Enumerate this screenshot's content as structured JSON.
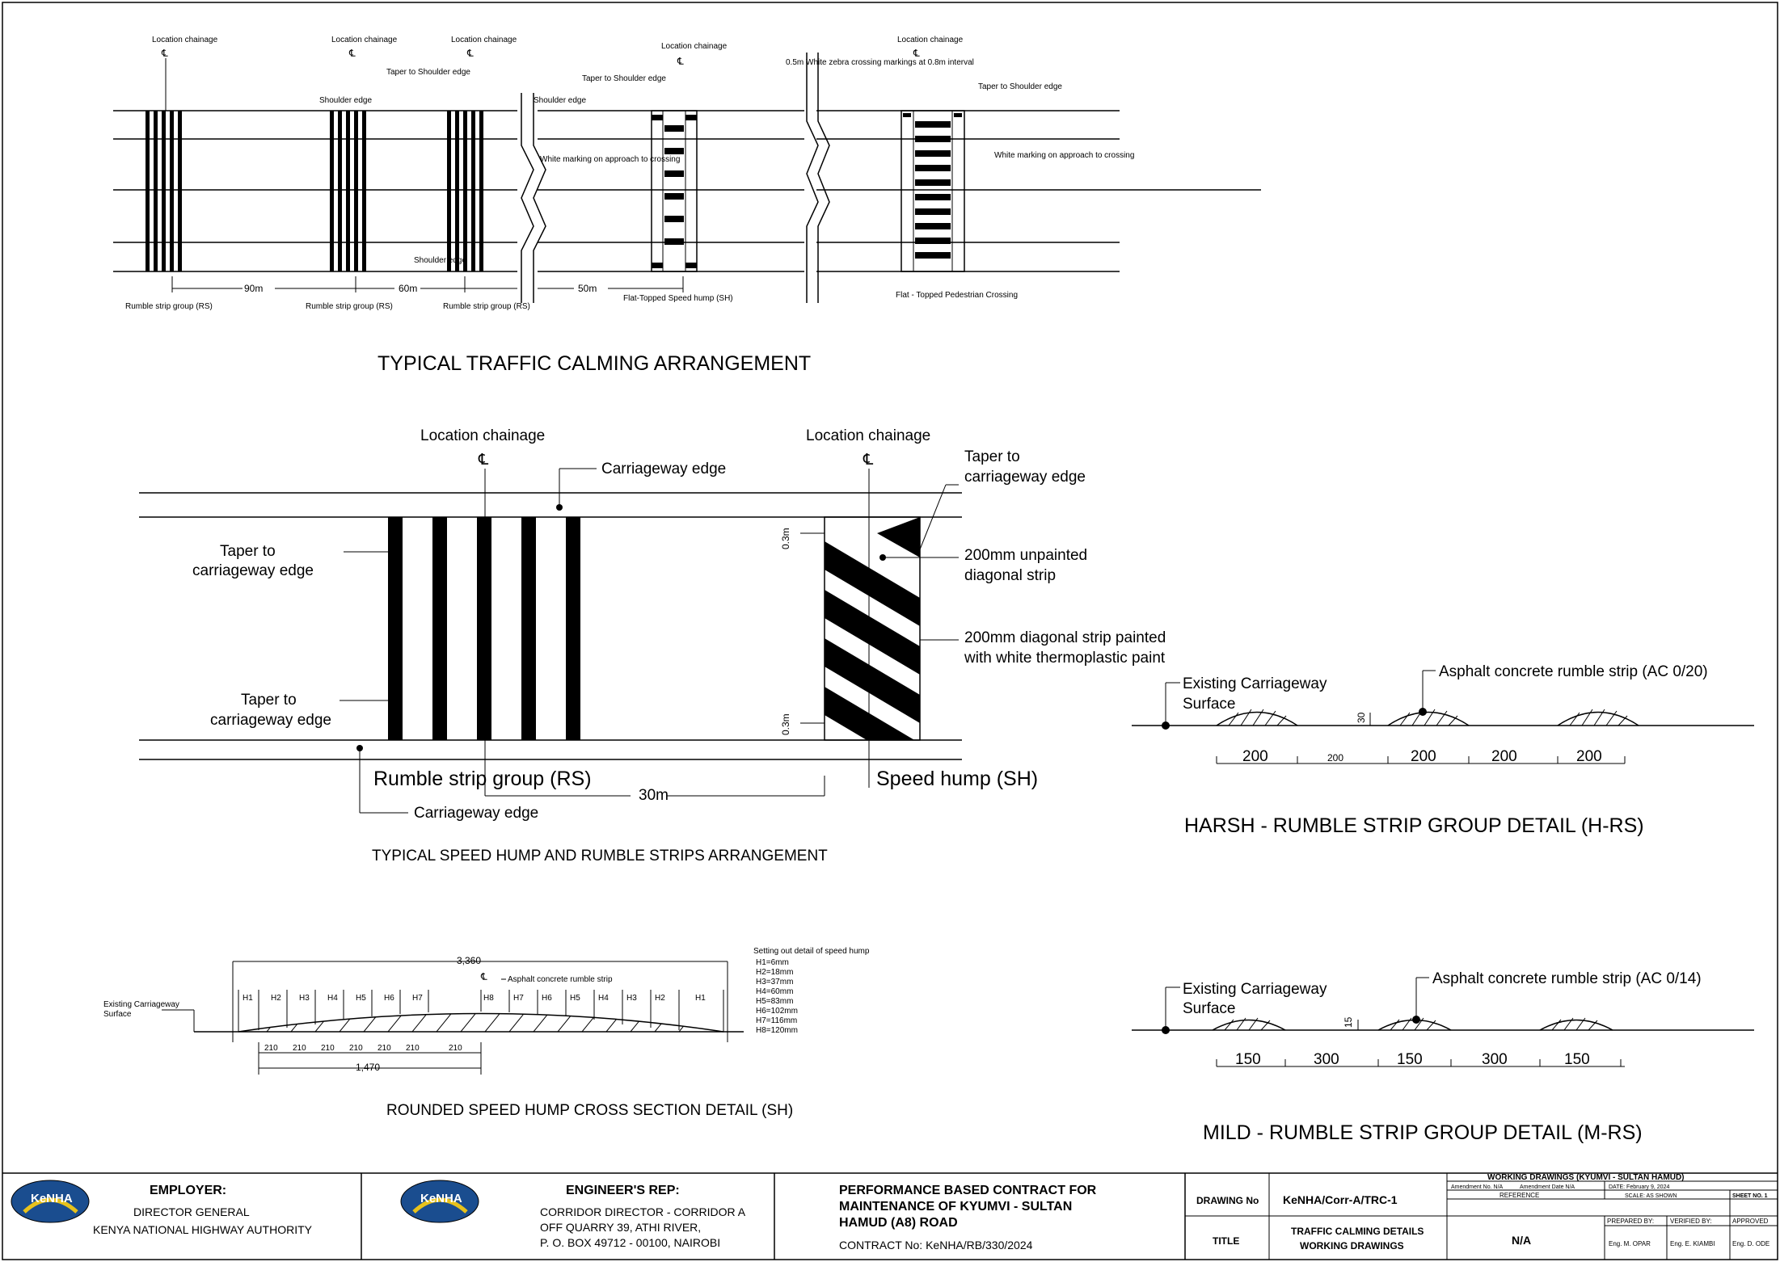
{
  "d1": {
    "title": "TYPICAL TRAFFIC CALMING ARRANGEMENT",
    "location_chainage": "Location chainage",
    "cl": "℄",
    "taper_shoulder": "Taper to Shoulder edge",
    "shoulder_edge": "Shoulder edge",
    "white_marking": "White marking on approach to crossing",
    "zebra_note": "0.5m White zebra crossing markings at 0.8m interval",
    "dim_90": "90m",
    "dim_60": "60m",
    "dim_50": "50m",
    "rs_label": "Rumble strip group (RS)",
    "sh_label": "Flat-Topped Speed hump (SH)",
    "ped_label": "Flat - Topped Pedestrian Crossing"
  },
  "d2": {
    "title": "TYPICAL SPEED HUMP AND RUMBLE STRIPS ARRANGEMENT",
    "location_chainage": "Location chainage",
    "cl": "℄",
    "carriageway_edge": "Carriageway edge",
    "taper_carriageway": "Taper to carriageway edge",
    "unpainted": "200mm unpainted diagonal strip",
    "painted": "200mm diagonal strip painted with white thermoplastic paint",
    "dim_03": "0.3m",
    "rs_group": "Rumble strip group (RS)",
    "speed_hump": "Speed hump (SH)",
    "dim_30": "30m"
  },
  "d3": {
    "title": "HARSH - RUMBLE STRIP GROUP DETAIL (H-RS)",
    "existing": "Existing Carriageway Surface",
    "asphalt": "Asphalt concrete rumble strip (AC 0/20)",
    "height": "30",
    "dims": [
      "200",
      "200",
      "200",
      "200",
      "200"
    ]
  },
  "d4": {
    "title": "ROUNDED SPEED HUMP CROSS SECTION DETAIL (SH)",
    "total": "3,360",
    "half": "1,470",
    "spacing": "210",
    "existing": "Existing Carriageway Surface",
    "asphalt": "Asphalt concrete rumble strip",
    "setting_title": "Setting out detail of speed hump",
    "h_left": [
      "H1",
      "H2",
      "H3",
      "H4",
      "H5",
      "H6",
      "H7",
      "H8"
    ],
    "h_right": [
      "H7",
      "H6",
      "H5",
      "H4",
      "H3",
      "H2",
      "H1"
    ],
    "h_values": [
      "H1=6mm",
      "H2=18mm",
      "H3=37mm",
      "H4=60mm",
      "H5=83mm",
      "H6=102mm",
      "H7=116mm",
      "H8=120mm"
    ]
  },
  "d5": {
    "title": "MILD - RUMBLE STRIP GROUP DETAIL (M-RS)",
    "existing": "Existing Carriageway Surface",
    "asphalt": "Asphalt concrete rumble strip (AC 0/14)",
    "height": "15",
    "dims": [
      "150",
      "300",
      "150",
      "300",
      "150"
    ]
  },
  "title_block": {
    "employer_head": "EMPLOYER:",
    "employer_lines": [
      "DIRECTOR GENERAL",
      "KENYA NATIONAL HIGHWAY AUTHORITY"
    ],
    "engineer_head": "ENGINEER'S REP:",
    "engineer_lines": [
      "CORRIDOR DIRECTOR - CORRIDOR A",
      "OFF QUARRY 39, ATHI RIVER,",
      "P. O. BOX 49712 - 00100, NAIROBI"
    ],
    "logo_text": "KeNHA",
    "contract_title": [
      "PERFORMANCE BASED CONTRACT FOR",
      "MAINTENANCE OF KYUMVI - SULTAN",
      "HAMUD (A8) ROAD"
    ],
    "contract_no": "CONTRACT No: KeNHA/RB/330/2024",
    "drawing_no_label": "DRAWING No",
    "drawing_no": "KeNHA/Corr-A/TRC-1",
    "title_label": "TITLE",
    "title_value": [
      "TRAFFIC CALMING DETAILS",
      "WORKING DRAWINGS"
    ],
    "reference_label": "REFERENCE",
    "reference_value": "N/A",
    "wd_header": "WORKING DRAWINGS (KYUMVI - SULTAN HAMUD)",
    "amend_no": "Amendment No.  N/A",
    "amend_date": "Amendment Date  N/A",
    "date": "DATE: February 9, 2024",
    "scale": "SCALE: AS SHOWN",
    "sheet_no": "SHEET NO. 1",
    "prepared": "PREPARED BY:",
    "verified": "VERIFIED BY:",
    "approved": "APPROVED",
    "prepared_name": "Eng. M. OPAR",
    "verified_name": "Eng. E. KIAMBI",
    "approved_name": "Eng. D. ODE"
  }
}
